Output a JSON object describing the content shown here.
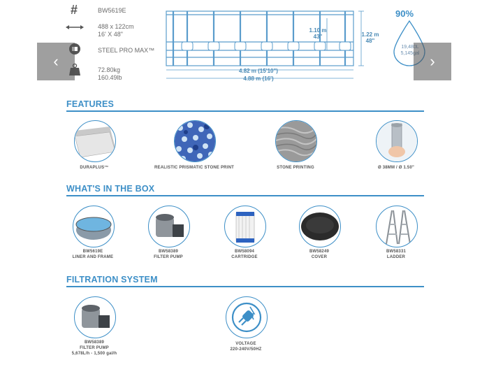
{
  "specs": {
    "code_icon": "#",
    "code": "BW5619E",
    "size_line1": "488 x 122cm",
    "size_line2": "16' X 48\"",
    "frame": "STEEL PRO MAX™",
    "weight_line1": "72.80kg",
    "weight_line2": "160.49lb"
  },
  "diagram": {
    "inner_height": "1.10 m",
    "inner_height_ft": "43\"",
    "total_height": "1.22 m",
    "total_height_ft": "48\"",
    "inner_width": "4.82 m (15'10\")",
    "outer_width": "4.88 m (16')",
    "fill_percent": "90%",
    "capacity_l": "19,480L",
    "capacity_gal": "5,145gal"
  },
  "nav": {
    "prev": "‹",
    "next": "›"
  },
  "features": {
    "title": "FEATURES",
    "items": [
      {
        "label": "DURAPLUS™"
      },
      {
        "label": "REALISTIC PRISMATIC STONE PRINT"
      },
      {
        "label": "STONE PRINTING"
      },
      {
        "label": "Ø 38MM / Ø 1.50\""
      }
    ]
  },
  "box": {
    "title": "WHAT'S IN THE BOX",
    "items": [
      {
        "code": "BW5619E",
        "label": "LINER AND FRAME"
      },
      {
        "code": "BW58389",
        "label": "FILTER PUMP"
      },
      {
        "code": "BW58094",
        "label": "CARTRIDGE"
      },
      {
        "code": "BW58249",
        "label": "COVER"
      },
      {
        "code": "BW58331",
        "label": "LADDER"
      }
    ]
  },
  "filtration": {
    "title": "FILTRATION SYSTEM",
    "pump_code": "BW58389",
    "pump_label": "FILTER PUMP",
    "pump_rate": "5,678L/h - 1,500 gal/h",
    "voltage_label": "VOLTAGE",
    "voltage_value": "220-240V/50HZ"
  }
}
